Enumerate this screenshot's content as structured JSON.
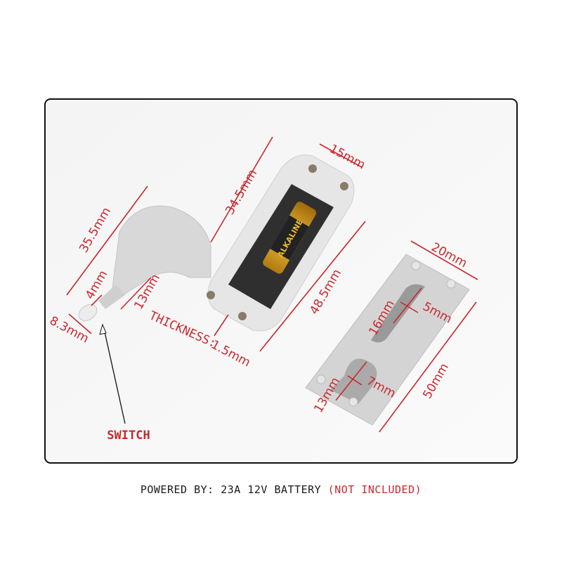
{
  "dimensions": {
    "top_width": "15mm",
    "box_length": "34.5mm",
    "arm_length": "35.5mm",
    "base_length": "48.5mm",
    "plate_width": "20mm",
    "slot_length": "16mm",
    "slot_width": "5mm",
    "plate_length": "50mm",
    "notch_length": "13mm",
    "notch_width": "7mm",
    "switch_stem": "4mm",
    "neck_width": "13mm",
    "switch_diameter": "8.3mm",
    "thickness_label": "THICKNESS:",
    "thickness_value": "1.5mm"
  },
  "callout": {
    "switch": "SWITCH"
  },
  "battery_text": "ALKALINE",
  "caption": {
    "main": "POWERED BY: 23A 12V BATTERY ",
    "note": "(NOT INCLUDED)"
  },
  "colors": {
    "annotation": "#c9282d",
    "frame": "#111111"
  }
}
